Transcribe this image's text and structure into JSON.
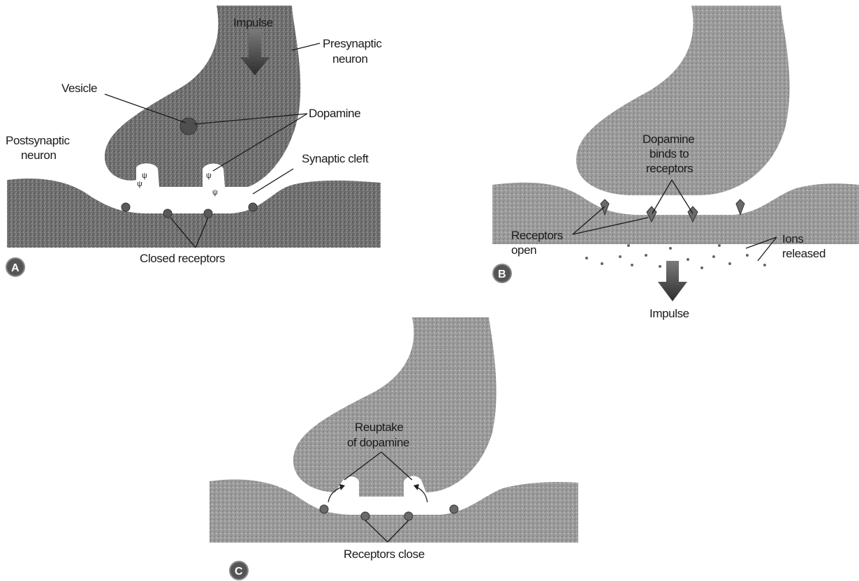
{
  "panel_a": {
    "letter": "A",
    "labels": {
      "impulse": "Impulse",
      "presynaptic_line1": "Presynaptic",
      "presynaptic_line2": "neuron",
      "vesicle": "Vesicle",
      "dopamine": "Dopamine",
      "postsynaptic_line1": "Postsynaptic",
      "postsynaptic_line2": "neuron",
      "synaptic_cleft": "Synaptic cleft",
      "closed_receptors": "Closed receptors"
    }
  },
  "panel_b": {
    "letter": "B",
    "labels": {
      "dopamine_binds_line1": "Dopamine",
      "dopamine_binds_line2": "binds to",
      "dopamine_binds_line3": "receptors",
      "receptors_open_line1": "Receptors",
      "receptors_open_line2": "open",
      "ions_line1": "Ions",
      "ions_line2": "released",
      "impulse": "Impulse"
    }
  },
  "panel_c": {
    "letter": "C",
    "labels": {
      "reuptake_line1": "Reuptake",
      "reuptake_line2": "of dopamine",
      "receptors_close": "Receptors close"
    }
  },
  "colors": {
    "neuron_fill": "#6f6f6f",
    "neuron_fill_light": "#9a9a9a",
    "badge_fill": "#555555",
    "arrow_fill": "#3a3a3a",
    "text": "#1a1a1a"
  }
}
